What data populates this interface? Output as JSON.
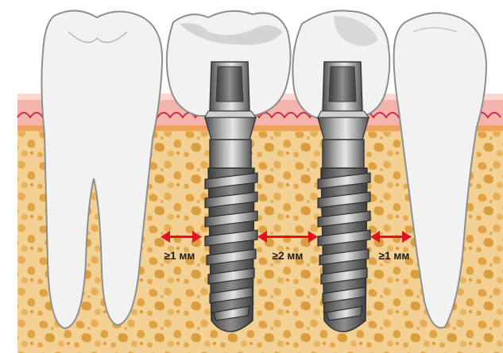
{
  "diagram": {
    "spacing_labels": [
      "≥1 мм",
      "≥2 мм",
      "≥1 мм"
    ],
    "colors": {
      "bone": "#f2cf91",
      "bone_pores": "#d9982e",
      "gum": "#f0a3a3",
      "gum_line": "#c9314a",
      "tooth": "#f1f1f1",
      "tooth_outline": "#8c8c8c",
      "implant_metal": "#8a8a8a",
      "arrow": "#e0141e"
    },
    "elements": [
      "natural-tooth-left",
      "crown-left",
      "implant-left",
      "crown-right",
      "implant-right",
      "natural-tooth-right"
    ]
  }
}
